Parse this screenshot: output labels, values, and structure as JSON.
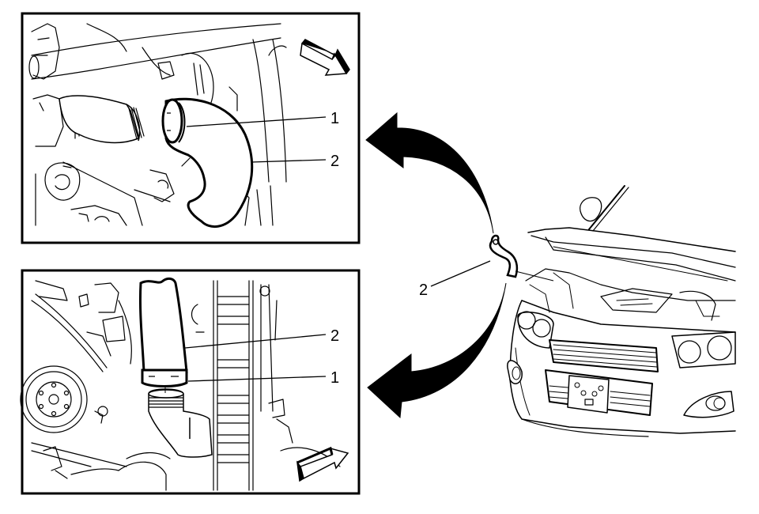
{
  "diagram": {
    "type": "service-illustration",
    "subject": "Radiator / air intake hose removal",
    "colors": {
      "ink": "#000000",
      "background": "#ffffff"
    },
    "panels": [
      {
        "id": "upper-detail",
        "callouts": [
          {
            "label": "1",
            "points_to": "hose clamp / seal ring"
          },
          {
            "label": "2",
            "points_to": "hose"
          }
        ],
        "direction_arrow": "vehicle-forward-down-right"
      },
      {
        "id": "lower-detail",
        "callouts": [
          {
            "label": "2",
            "points_to": "hose"
          },
          {
            "label": "1",
            "points_to": "hose clamp / seal ring"
          }
        ],
        "direction_arrow": "vehicle-forward-up-right"
      }
    ],
    "overview": {
      "callouts": [
        {
          "label": "2",
          "points_to": "hose location in engine bay"
        }
      ],
      "arrows": [
        "curved-arrow-to-upper-panel",
        "curved-arrow-to-lower-panel"
      ]
    }
  }
}
